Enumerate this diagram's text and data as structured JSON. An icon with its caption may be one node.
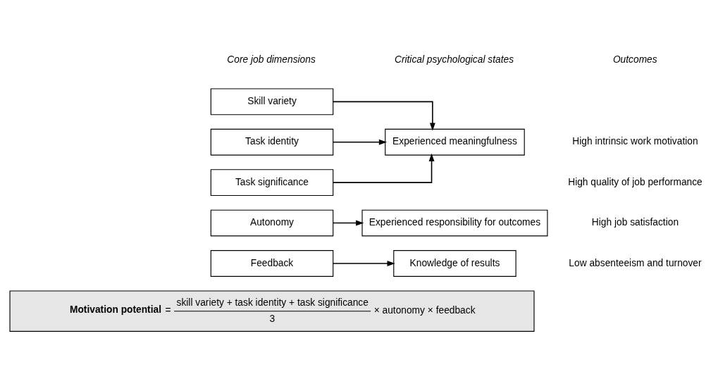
{
  "diagram": {
    "nodes": [
      {
        "text": [
          "Skill variety"
        ]
      },
      {
        "text": [
          "Task identity"
        ]
      },
      {
        "text": [
          "Task significance"
        ]
      },
      {
        "text": [
          "Autonomy"
        ]
      },
      {
        "text": [
          "Feedback"
        ]
      },
      {
        "text": [
          "Experienced meaningfulness"
        ]
      },
      {
        "text": [
          "Experienced responsibility for outcomes"
        ]
      },
      {
        "text": [
          "Knowledge of results"
        ]
      },
      {
        "text": [
          "Motivation potential",
          "=",
          "skill variety + task identity + task significance",
          "3",
          "× autonomy × feedback"
        ]
      }
    ],
    "edges": [
      {
        "from": 0,
        "to": 5,
        "arrow": "to"
      },
      {
        "from": 1,
        "to": 5,
        "arrow": "to"
      },
      {
        "from": 2,
        "to": 5,
        "arrow": "to"
      },
      {
        "from": 3,
        "to": 6,
        "arrow": "to"
      },
      {
        "from": 4,
        "to": 7,
        "arrow": "to"
      }
    ],
    "labels": [
      "Core job dimensions",
      "Critical psychological states",
      "Outcomes",
      "High intrinsic work motivation",
      "High quality of job performance",
      "High job satisfaction",
      "Low absenteeism and turnover"
    ]
  }
}
